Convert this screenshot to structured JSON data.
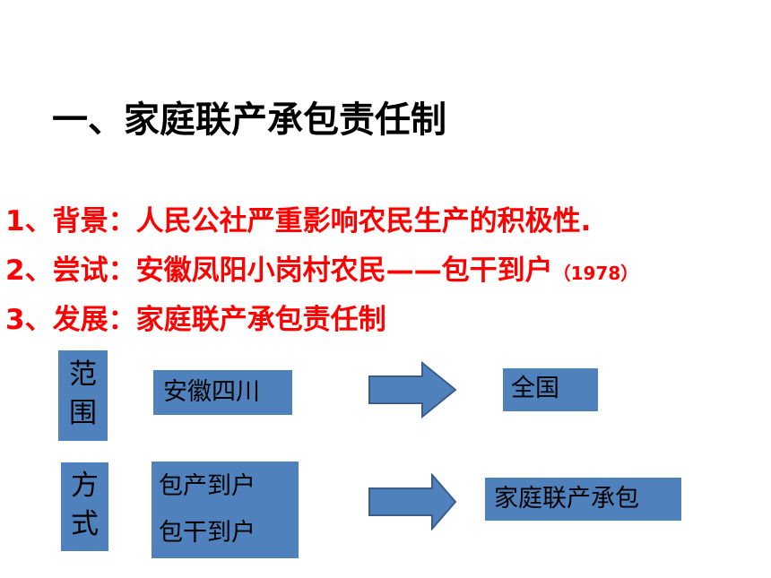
{
  "title": "一、家庭联产承包责任制",
  "points": [
    {
      "num": "1、",
      "label": "背景：",
      "text": "人民公社严重影响农民生产的积极性."
    },
    {
      "num": "2、",
      "label": "尝试：",
      "text": "安徽凤阳小岗村农民——包干到户",
      "year": "（1978）"
    },
    {
      "num": "3、",
      "label": "发展：",
      "text": "家庭联产承包责任制"
    }
  ],
  "scope": {
    "label_1": "范",
    "label_2": "围",
    "from": "安徽四川",
    "to": "全国"
  },
  "method": {
    "label_1": "方",
    "label_2": "式",
    "from_1": "包产到户",
    "from_2": "包干到户",
    "to": "家庭联产承包"
  },
  "colors": {
    "box": "#4f81bd",
    "arrow": "#4f81bd",
    "arrow_stroke": "#385d8a",
    "points": "#ff0000"
  }
}
